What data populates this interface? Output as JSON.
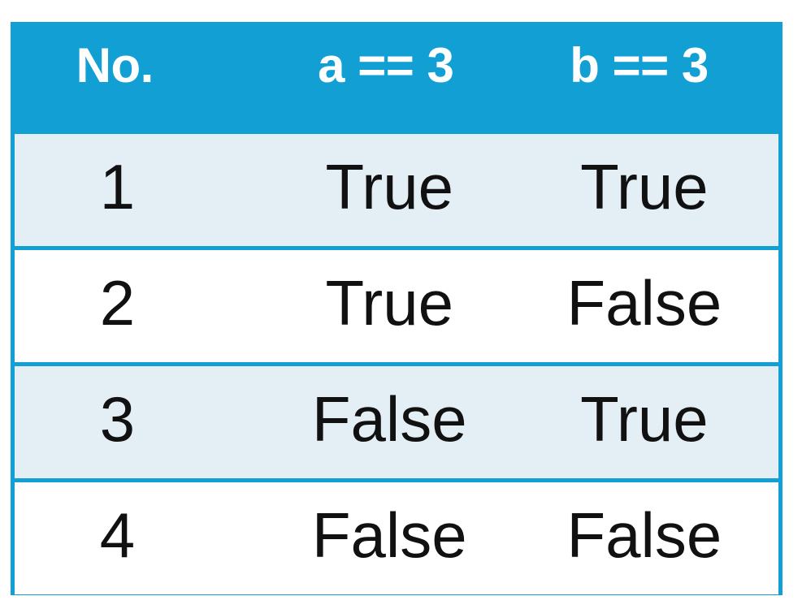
{
  "figure": {
    "kind": "truth-table",
    "accent_color": "#12a0d4",
    "row_alt_color": "#e3eef5",
    "row_plain_color": "#ffffff",
    "header_text_color": "#ffffff",
    "body_text_color": "#111111"
  },
  "table": {
    "columns": [
      {
        "key": "no",
        "header": "No."
      },
      {
        "key": "a",
        "header": "a == 3"
      },
      {
        "key": "b",
        "header": "b == 3"
      }
    ],
    "rows": [
      {
        "no": "1",
        "a": "True",
        "b": "True"
      },
      {
        "no": "2",
        "a": "True",
        "b": "False"
      },
      {
        "no": "3",
        "a": "False",
        "b": "True"
      },
      {
        "no": "4",
        "a": "False",
        "b": "False"
      }
    ]
  },
  "chart_data": {
    "type": "table",
    "title": "",
    "columns": [
      "No.",
      "a == 3",
      "b == 3"
    ],
    "rows": [
      [
        "1",
        "True",
        "True"
      ],
      [
        "2",
        "True",
        "False"
      ],
      [
        "3",
        "False",
        "True"
      ],
      [
        "4",
        "False",
        "False"
      ]
    ]
  }
}
